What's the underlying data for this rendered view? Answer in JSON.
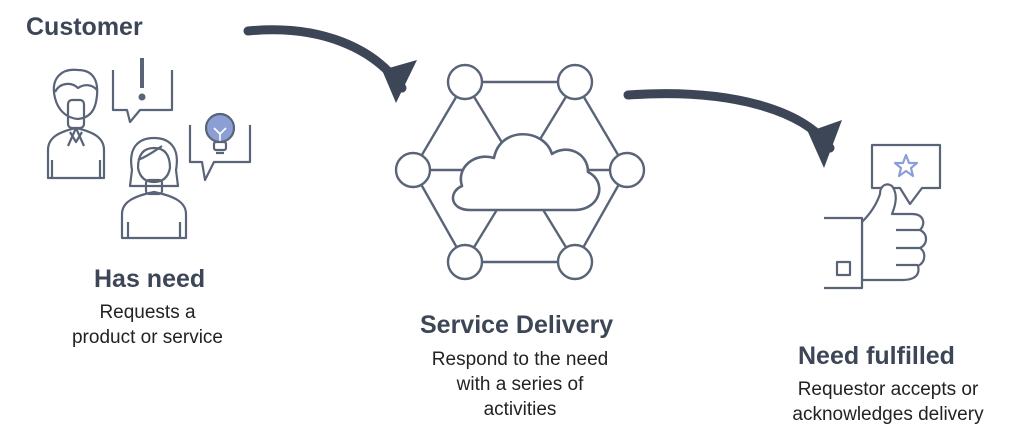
{
  "colors": {
    "icon_stroke": "#5a6478",
    "icon_accent": "#8c9fd4",
    "arrow": "#3d4656",
    "heading": "#3d4656",
    "body_text": "#222222"
  },
  "stages": {
    "customer": {
      "title": "Customer",
      "icons": [
        "male-person-icon",
        "female-person-icon",
        "exclamation-bubble-icon",
        "lightbulb-bubble-icon"
      ]
    },
    "need": {
      "title": "Has need",
      "description": "Requests a\nproduct or service"
    },
    "service": {
      "title": "Service Delivery",
      "description": "Respond to the need\nwith a series of\nactivities",
      "icons": [
        "hexagon-network-icon",
        "cloud-icon"
      ]
    },
    "fulfilled": {
      "title": "Need fulfilled",
      "description": "Requestor accepts or\nacknowledges delivery",
      "icons": [
        "thumbs-up-icon",
        "star-bubble-icon"
      ]
    }
  },
  "connectors": [
    {
      "from": "customer",
      "to": "service",
      "icon": "curved-arrow-icon"
    },
    {
      "from": "service",
      "to": "fulfilled",
      "icon": "curved-arrow-icon"
    }
  ]
}
